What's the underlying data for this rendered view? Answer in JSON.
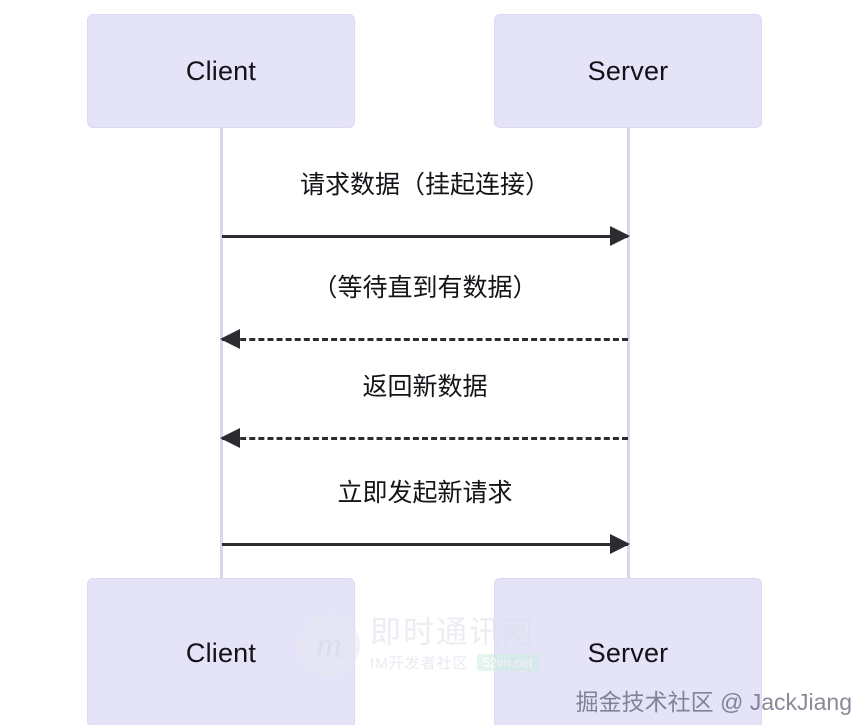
{
  "diagram": {
    "type": "sequence-diagram",
    "participants": [
      {
        "id": "client",
        "label": "Client"
      },
      {
        "id": "server",
        "label": "Server"
      }
    ],
    "messages": [
      {
        "index": 0,
        "from": "client",
        "to": "server",
        "label": "请求数据（挂起连接）",
        "style": "solid",
        "direction": "right"
      },
      {
        "index": 1,
        "from": "server",
        "to": "client",
        "label": "（等待直到有数据）",
        "style": "dashed",
        "direction": "left"
      },
      {
        "index": 2,
        "from": "server",
        "to": "client",
        "label": "返回新数据",
        "style": "dashed",
        "direction": "left"
      },
      {
        "index": 3,
        "from": "client",
        "to": "server",
        "label": "立即发起新请求",
        "style": "solid",
        "direction": "right"
      }
    ]
  },
  "watermark": {
    "logo_letter": "m",
    "main_text": "即时通讯网",
    "sub_text": "IM开发者社区",
    "domain_tag": "52im.net"
  },
  "credit": {
    "text": "掘金技术社区 @ JackJiang"
  },
  "colors": {
    "box_fill": "#e4e3f8",
    "box_border": "#dbdaf2",
    "lifeline": "#d8d7ef",
    "arrow": "#2b2b31",
    "text": "#141318",
    "background": "#ffffff"
  }
}
